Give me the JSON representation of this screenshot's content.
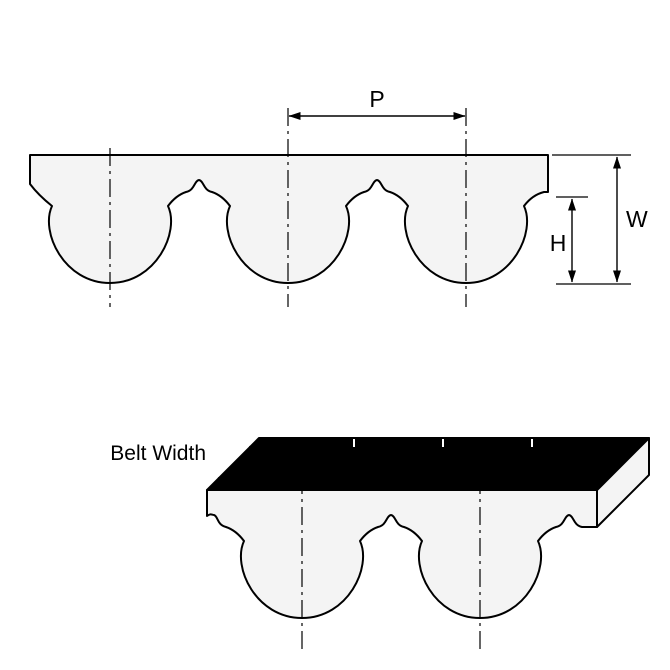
{
  "diagram": {
    "labels": {
      "pitch": "P",
      "overall_depth": "W",
      "tooth_height": "H",
      "belt_width": "Belt Width"
    },
    "colors": {
      "background": "#ffffff",
      "outline": "#000000",
      "belt_fill": "#f4f4f4",
      "top_face_fill": "#000000",
      "tick_mark": "#ffffff"
    }
  }
}
